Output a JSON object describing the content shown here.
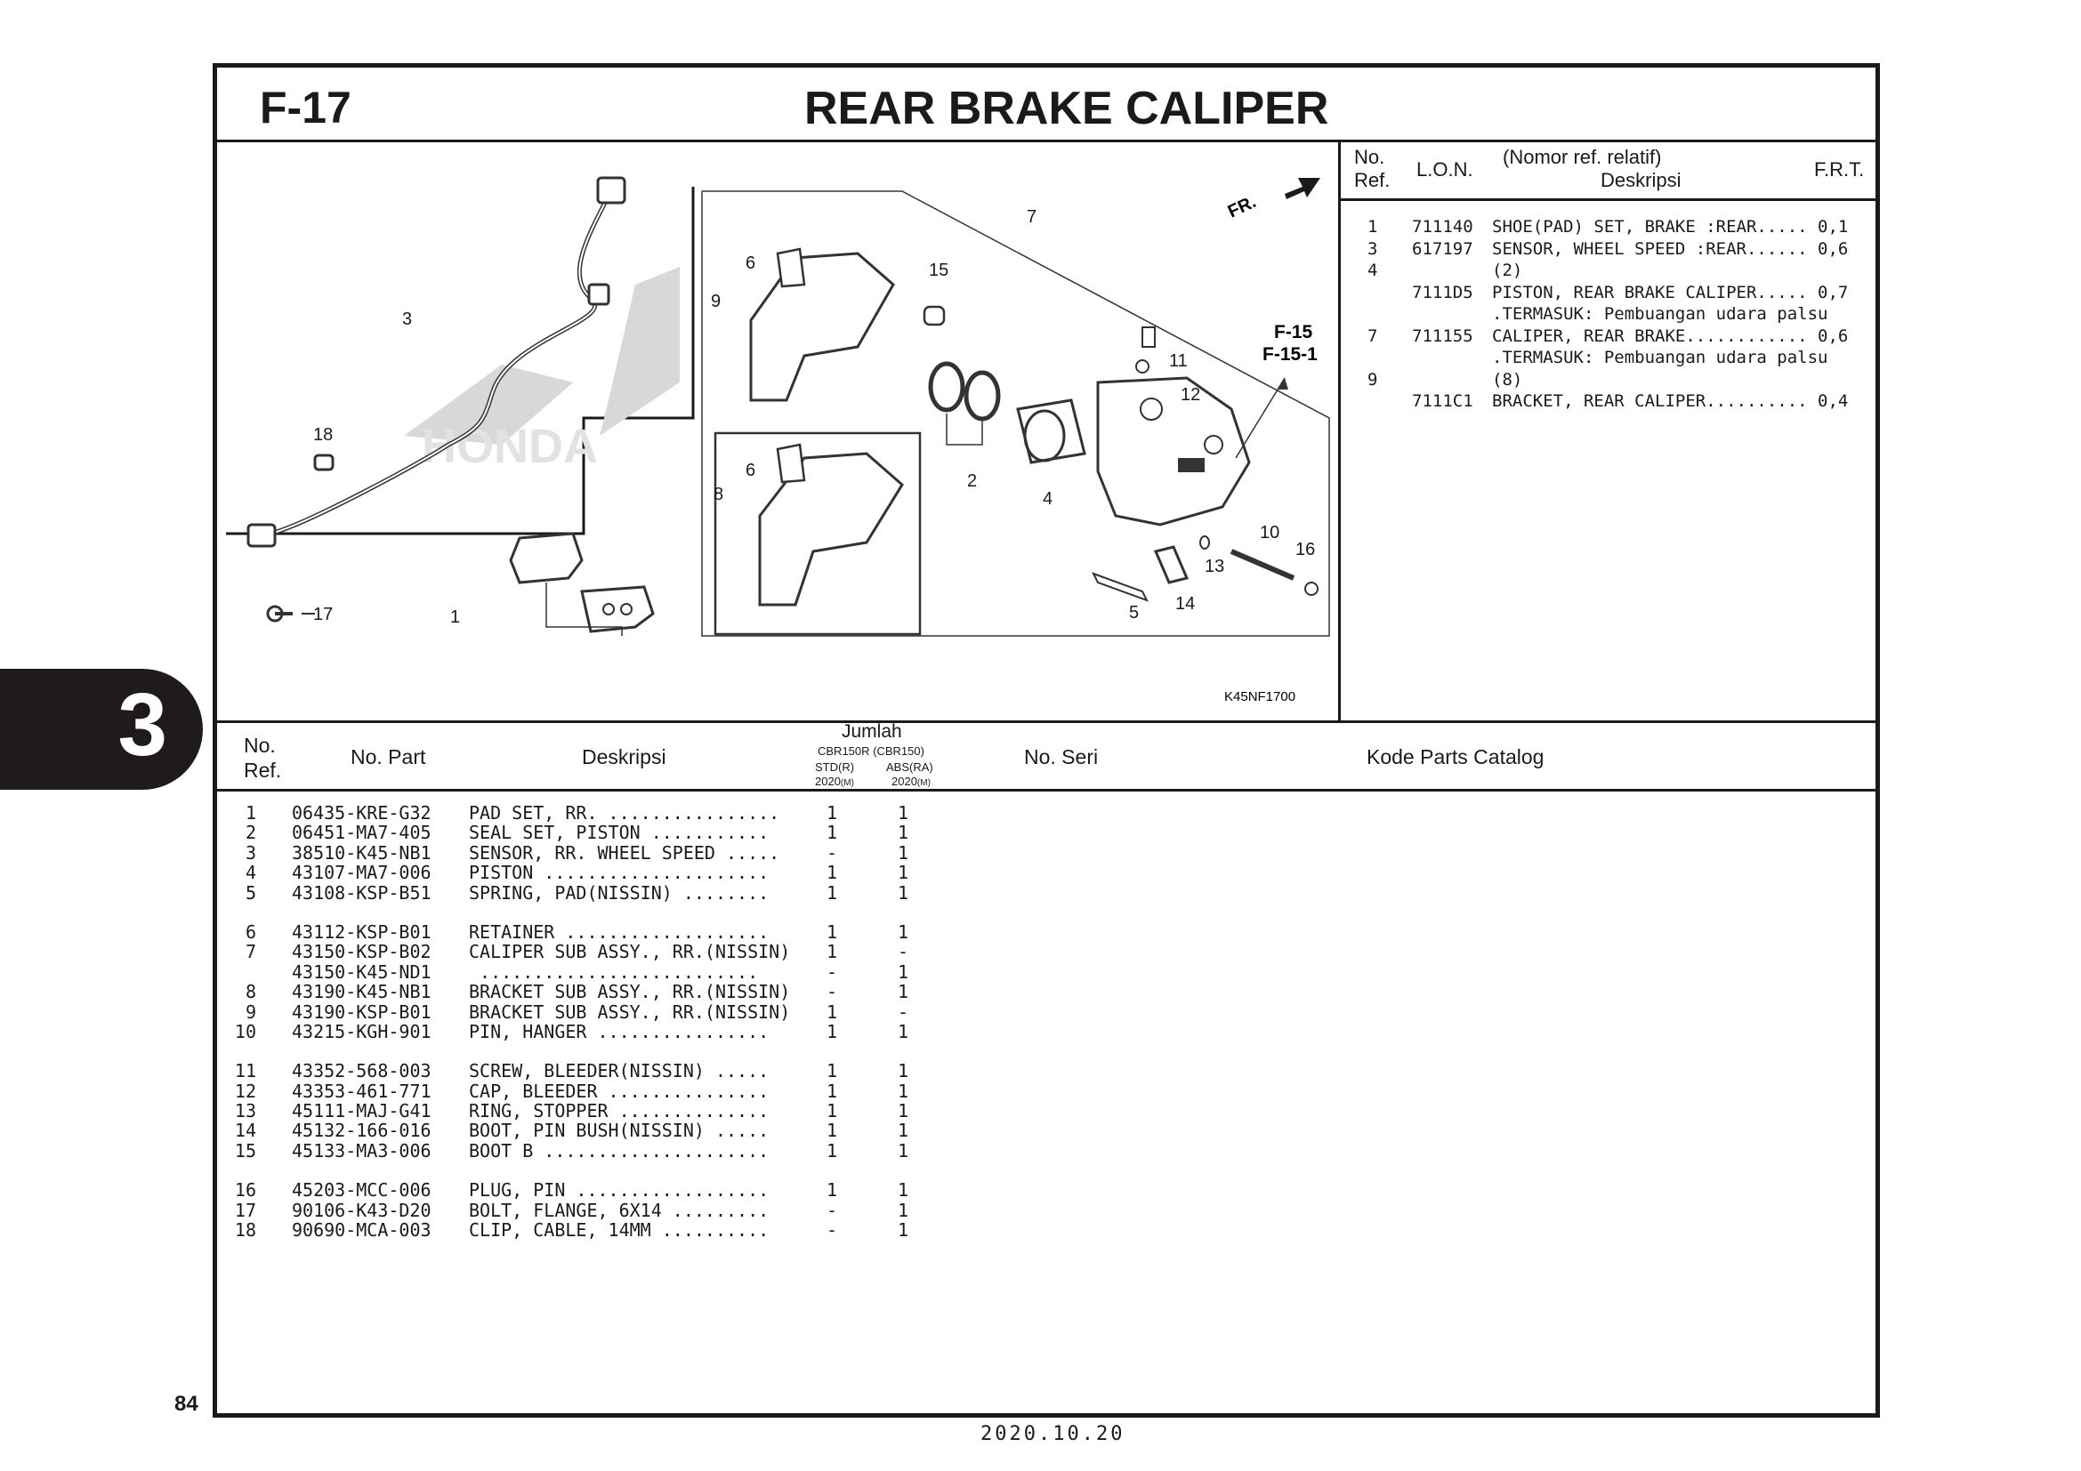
{
  "page": {
    "section_code": "F-17",
    "title": "REAR BRAKE CALIPER",
    "chapter_number": "3",
    "page_number": "84",
    "print_date": "2020.10.20"
  },
  "diagram": {
    "figure_code": "K45NF1700",
    "direction_mark": "FR.",
    "cross_ref_1": "F-15",
    "cross_ref_2": "F-15-1",
    "callouts": [
      "1",
      "2",
      "3",
      "4",
      "5",
      "6",
      "6",
      "7",
      "8",
      "9",
      "10",
      "11",
      "12",
      "13",
      "14",
      "15",
      "16",
      "17",
      "18"
    ],
    "brand_watermark": "HONDA"
  },
  "frt_table": {
    "headers": {
      "ref_line1": "No.",
      "ref_line2": "Ref.",
      "lon": "L.O.N.",
      "desc_line1": "(Nomor ref. relatif)",
      "desc_line2": "Deskripsi",
      "frt": "F.R.T."
    },
    "rows": [
      {
        "ref": "1",
        "lon": "711140",
        "desc": "SHOE(PAD) SET, BRAKE :REAR..... 0,1"
      },
      {
        "ref": "3",
        "lon": "617197",
        "desc": "SENSOR, WHEEL SPEED :REAR...... 0,6"
      },
      {
        "ref": "4",
        "lon": "",
        "desc": "(2)"
      },
      {
        "ref": "",
        "lon": "7111D5",
        "desc": "PISTON, REAR BRAKE CALIPER..... 0,7"
      },
      {
        "ref": "",
        "lon": "",
        "desc": ".TERMASUK: Pembuangan udara palsu"
      },
      {
        "ref": "7",
        "lon": "711155",
        "desc": "CALIPER, REAR BRAKE............ 0,6"
      },
      {
        "ref": "",
        "lon": "",
        "desc": ".TERMASUK: Pembuangan udara palsu"
      },
      {
        "ref": "9",
        "lon": "",
        "desc": "(8)"
      },
      {
        "ref": "",
        "lon": "7111C1",
        "desc": "BRACKET, REAR CALIPER.......... 0,4"
      }
    ]
  },
  "parts_table": {
    "headers": {
      "ref_line1": "No.",
      "ref_line2": "Ref.",
      "part_no": "No. Part",
      "desc": "Deskripsi",
      "qty": "Jumlah",
      "model_line": "CBR150R (CBR150)",
      "std": "STD(R)",
      "abs": "ABS(RA)",
      "year_std": "2020",
      "year_abs": "2020",
      "year_suffix": "(M)",
      "serial": "No. Seri",
      "catalog": "Kode Parts Catalog"
    },
    "groups": [
      [
        {
          "ref": "1",
          "part": "06435-KRE-G32",
          "desc": "PAD SET, RR. ................",
          "std": "1",
          "abs": "1"
        },
        {
          "ref": "2",
          "part": "06451-MA7-405",
          "desc": "SEAL SET, PISTON ...........",
          "std": "1",
          "abs": "1"
        },
        {
          "ref": "3",
          "part": "38510-K45-NB1",
          "desc": "SENSOR, RR. WHEEL SPEED .....",
          "std": "-",
          "abs": "1"
        },
        {
          "ref": "4",
          "part": "43107-MA7-006",
          "desc": "PISTON .....................",
          "std": "1",
          "abs": "1"
        },
        {
          "ref": "5",
          "part": "43108-KSP-B51",
          "desc": "SPRING, PAD(NISSIN) ........",
          "std": "1",
          "abs": "1"
        }
      ],
      [
        {
          "ref": "6",
          "part": "43112-KSP-B01",
          "desc": "RETAINER ...................",
          "std": "1",
          "abs": "1"
        },
        {
          "ref": "7",
          "part": "43150-KSP-B02",
          "desc": "CALIPER SUB ASSY., RR.(NISSIN)",
          "std": "1",
          "abs": "-"
        },
        {
          "ref": "",
          "part": "43150-K45-ND1",
          "desc": " ..........................",
          "std": "-",
          "abs": "1"
        },
        {
          "ref": "8",
          "part": "43190-K45-NB1",
          "desc": "BRACKET SUB ASSY., RR.(NISSIN)",
          "std": "-",
          "abs": "1"
        },
        {
          "ref": "9",
          "part": "43190-KSP-B01",
          "desc": "BRACKET SUB ASSY., RR.(NISSIN)",
          "std": "1",
          "abs": "-"
        },
        {
          "ref": "10",
          "part": "43215-KGH-901",
          "desc": "PIN, HANGER ................",
          "std": "1",
          "abs": "1"
        }
      ],
      [
        {
          "ref": "11",
          "part": "43352-568-003",
          "desc": "SCREW, BLEEDER(NISSIN) .....",
          "std": "1",
          "abs": "1"
        },
        {
          "ref": "12",
          "part": "43353-461-771",
          "desc": "CAP, BLEEDER ...............",
          "std": "1",
          "abs": "1"
        },
        {
          "ref": "13",
          "part": "45111-MAJ-G41",
          "desc": "RING, STOPPER ..............",
          "std": "1",
          "abs": "1"
        },
        {
          "ref": "14",
          "part": "45132-166-016",
          "desc": "BOOT, PIN BUSH(NISSIN) .....",
          "std": "1",
          "abs": "1"
        },
        {
          "ref": "15",
          "part": "45133-MA3-006",
          "desc": "BOOT B .....................",
          "std": "1",
          "abs": "1"
        }
      ],
      [
        {
          "ref": "16",
          "part": "45203-MCC-006",
          "desc": "PLUG, PIN ..................",
          "std": "1",
          "abs": "1"
        },
        {
          "ref": "17",
          "part": "90106-K43-D20",
          "desc": "BOLT, FLANGE, 6X14 .........",
          "std": "-",
          "abs": "1"
        },
        {
          "ref": "18",
          "part": "90690-MCA-003",
          "desc": "CLIP, CABLE, 14MM ..........",
          "std": "-",
          "abs": "1"
        }
      ]
    ]
  }
}
